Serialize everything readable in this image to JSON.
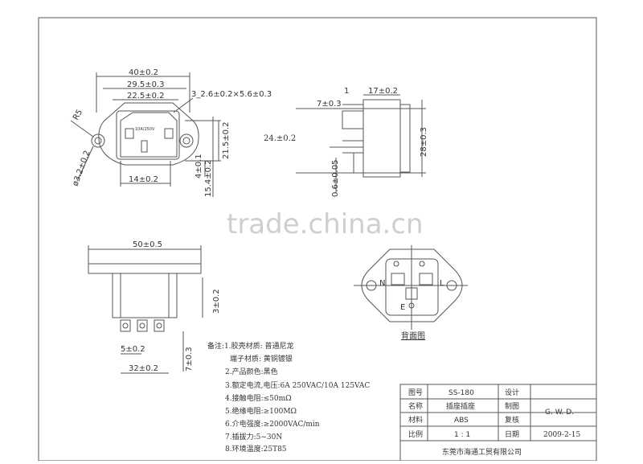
{
  "views": {
    "front": {
      "d40": "40±0.2",
      "d29": "29.5±0.3",
      "d22": "22.5±0.2",
      "holes": "3_2.6±0.2×5.6±0.3",
      "d14": "14±0.2",
      "d4": "4±0.1",
      "d21": "21.5±0.2",
      "d15": "15.4±0.2",
      "d3": "ø3.2±0.2",
      "r": "R5",
      "rating": "10A/250V"
    },
    "side": {
      "d17": "17±0.2",
      "d7": "7±0.3",
      "d1": "1",
      "d24": "24.±0.2",
      "d06": "0.6±0.05",
      "d28": "28±0.3"
    },
    "bottom": {
      "d50": "50±0.5",
      "d3": "3±0.2",
      "d5": "5±0.2",
      "d7": "7±0.3",
      "d32": "32±0.2"
    },
    "back": {
      "n": "N",
      "l": "L",
      "e": "E",
      "caption": "背面图"
    }
  },
  "watermark": "trade.china.cn",
  "notes": {
    "items": [
      "备注:1.胶壳材质: 普通尼龙",
      "端子材质: 黄铜镀银",
      "2.产品颜色:黑色",
      "3.额定电流,电压:6A 250VAC/10A 125VAC",
      "4.接触电阻:≤50mΩ",
      "5.绝缘电阻:≥100MΩ",
      "6.介电强度:≥2000VAC/min",
      "7.插拔力:5~30N",
      "8.环境温度:25T85"
    ]
  },
  "title_block": {
    "rows": [
      [
        "图号",
        "SS-180",
        "设计",
        ""
      ],
      [
        "名称",
        "插座插座",
        "制图",
        "G. W. D."
      ],
      [
        "材料",
        "ABS",
        "复核",
        ""
      ],
      [
        "比例",
        "1 : 1",
        "日期",
        "2009-2-15"
      ]
    ],
    "company": "东莞市海通工贸有限公司"
  },
  "colors": {
    "line": "#555555",
    "text": "#333333",
    "watermark": "#cfcfcf"
  }
}
